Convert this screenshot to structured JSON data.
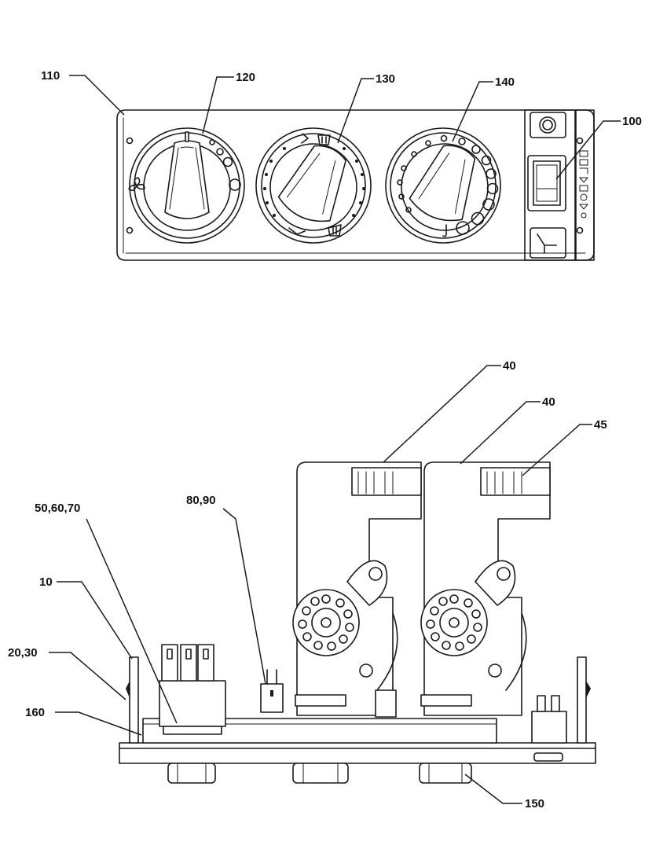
{
  "labels": {
    "housing_front": "110",
    "knob_fan": "120",
    "knob_air": "130",
    "knob_temp": "140",
    "switch": "100",
    "lever_top": "40",
    "lever_mid": "40",
    "lever_tab": "45",
    "connector_group": "50,60,70",
    "connector_small": "80,90",
    "frame": "10",
    "bracket": "20,30",
    "base_plate": "160",
    "shaft": "150"
  }
}
